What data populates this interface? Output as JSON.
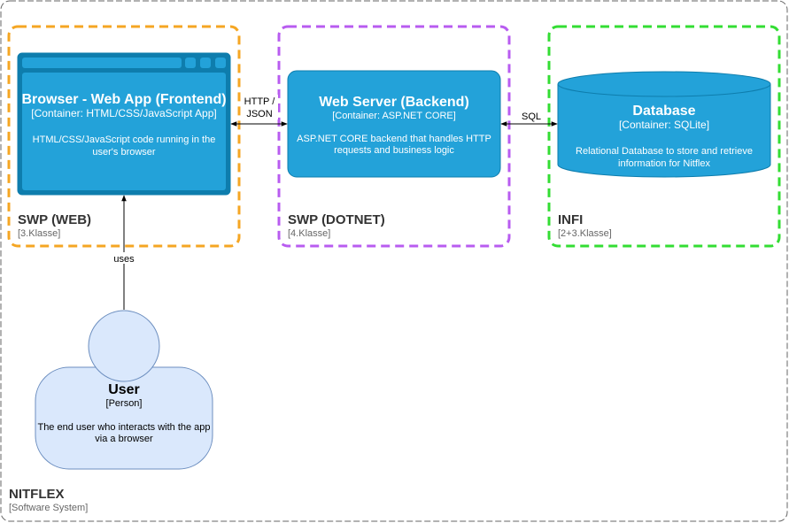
{
  "system": {
    "name": "NITFLEX",
    "subtitle": "[Software System]"
  },
  "boundaries": [
    {
      "id": "web",
      "name": "SWP (WEB)",
      "subtitle": "[3.Klasse]",
      "color": "#F5A623"
    },
    {
      "id": "dotnet",
      "name": "SWP (DOTNET)",
      "subtitle": "[4.Klasse]",
      "color": "#B85CF0"
    },
    {
      "id": "infi",
      "name": "INFI",
      "subtitle": "[2+3.Klasse]",
      "color": "#33DD33"
    }
  ],
  "containers": {
    "frontend": {
      "title": "Browser - Web App (Frontend)",
      "tech": "[Container: HTML/CSS/JavaScript App]",
      "desc": [
        "HTML/CSS/JavaScript code running in the",
        "user's browser"
      ]
    },
    "backend": {
      "title": "Web Server (Backend)",
      "tech": "[Container: ASP.NET CORE]",
      "desc": [
        "ASP.NET CORE backend that handles HTTP",
        "requests and business logic"
      ]
    },
    "database": {
      "title": "Database",
      "tech": "[Container: SQLite]",
      "desc": [
        "Relational Database to store and retrieve",
        "information for Nitflex"
      ]
    }
  },
  "person": {
    "title": "User",
    "tech": "[Person]",
    "desc": [
      "The end user who interacts with the app",
      "via a browser"
    ]
  },
  "relations": {
    "http": [
      "HTTP /",
      "JSON"
    ],
    "sql": "SQL",
    "uses": "uses"
  },
  "colors": {
    "container_fill": "#23A2D9",
    "container_stroke": "#0E7DAD",
    "person_fill": "#DAE8FC",
    "person_stroke": "#6C8EBF",
    "system_border": "#666666"
  }
}
